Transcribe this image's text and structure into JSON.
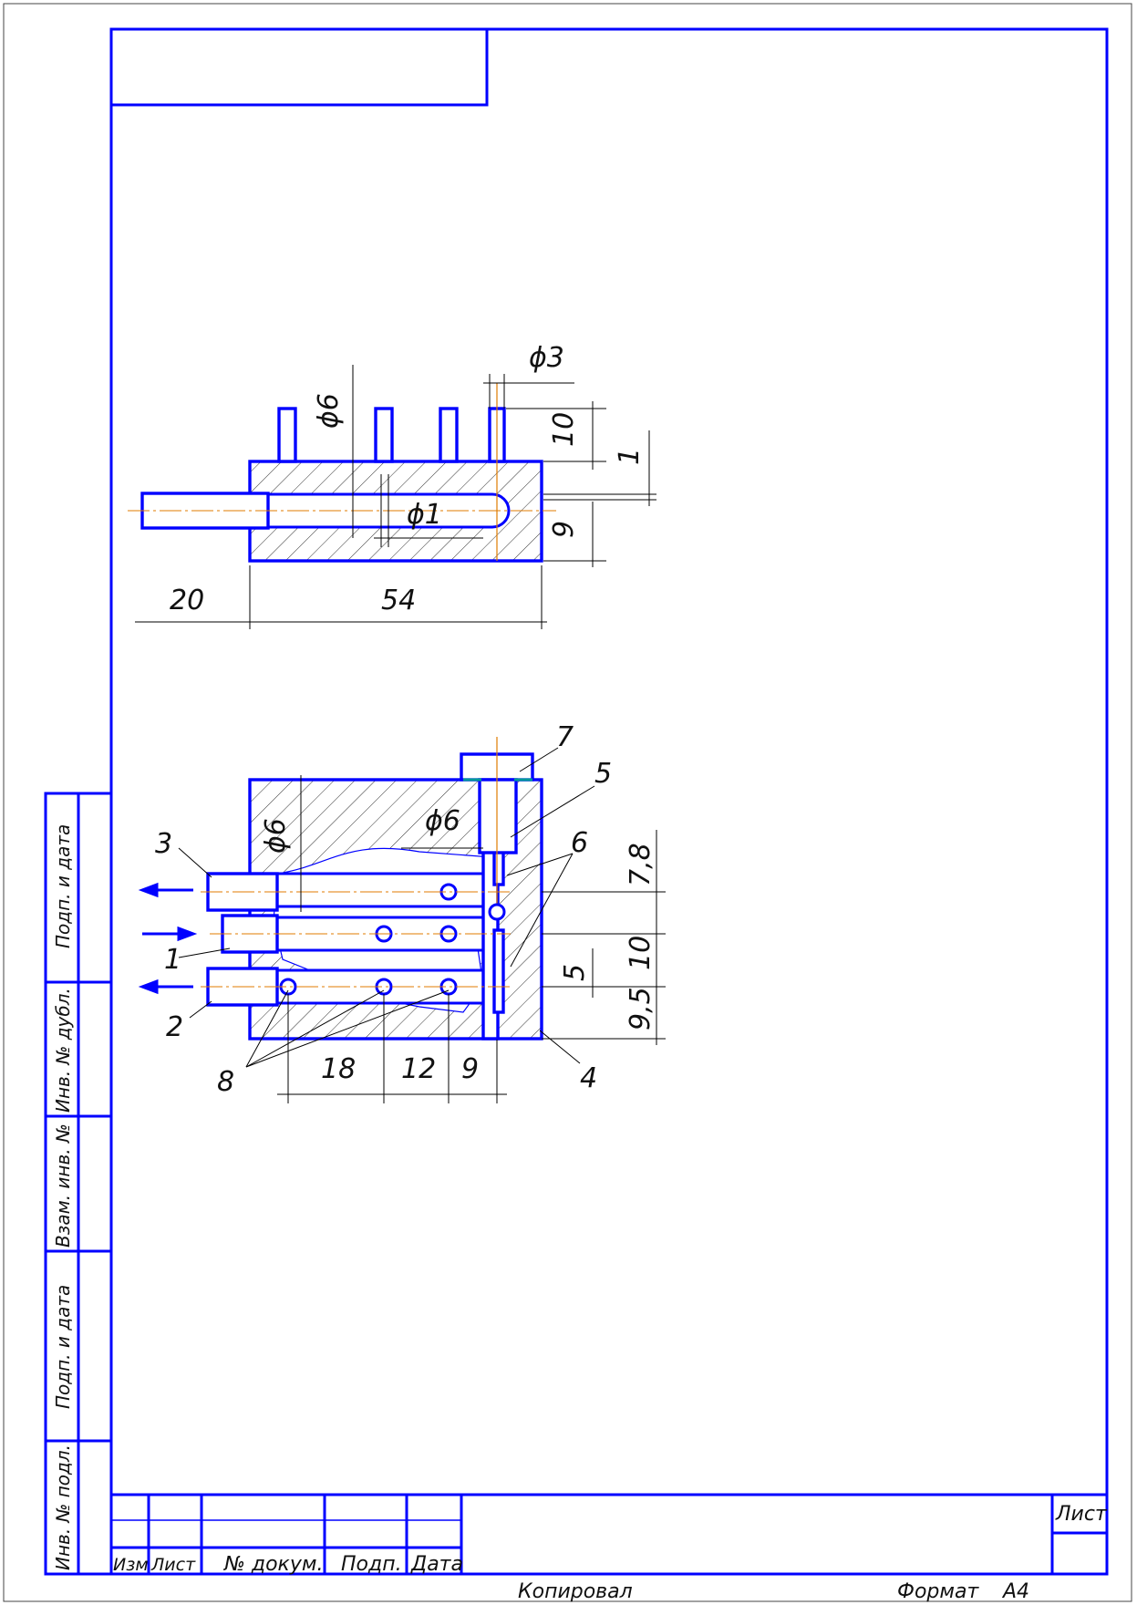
{
  "top_view": {
    "dims": {
      "d_pin": "ϕ6",
      "d_small": "ϕ3",
      "d_hole": "ϕ1",
      "h_pin": "10",
      "h_gap": "1",
      "h_body": "9",
      "len_tube": "20",
      "len_body": "54"
    }
  },
  "section_view": {
    "dims": {
      "d_bore": "ϕ6",
      "d_cap": "ϕ6",
      "v1": "7,8",
      "v2": "10",
      "v3": "9,5",
      "v4": "5",
      "h1": "18",
      "h2": "12",
      "h3": "9"
    },
    "callouts": {
      "c1": "1",
      "c2": "2",
      "c3": "3",
      "c4": "4",
      "c5": "5",
      "c6": "6",
      "c7": "7",
      "c8": "8"
    }
  },
  "side_stamp": {
    "f1": "Подп. и дата",
    "f2": "Инв. № дубл.",
    "f3": "Взам. инв. №",
    "f4": "Подп. и дата",
    "f5": "Инв. № подл."
  },
  "title_block": {
    "izm": "Изм",
    "list": "Лист",
    "doc_no": "№ докум.",
    "sign": "Подп.",
    "date": "Дата",
    "sheet_label": "Лист",
    "copied": "Копировал",
    "format_label": "Формат",
    "format_value": "А4"
  },
  "colors": {
    "lines": "#0000ff",
    "axis": "#e07b00",
    "seal": "#009999"
  }
}
